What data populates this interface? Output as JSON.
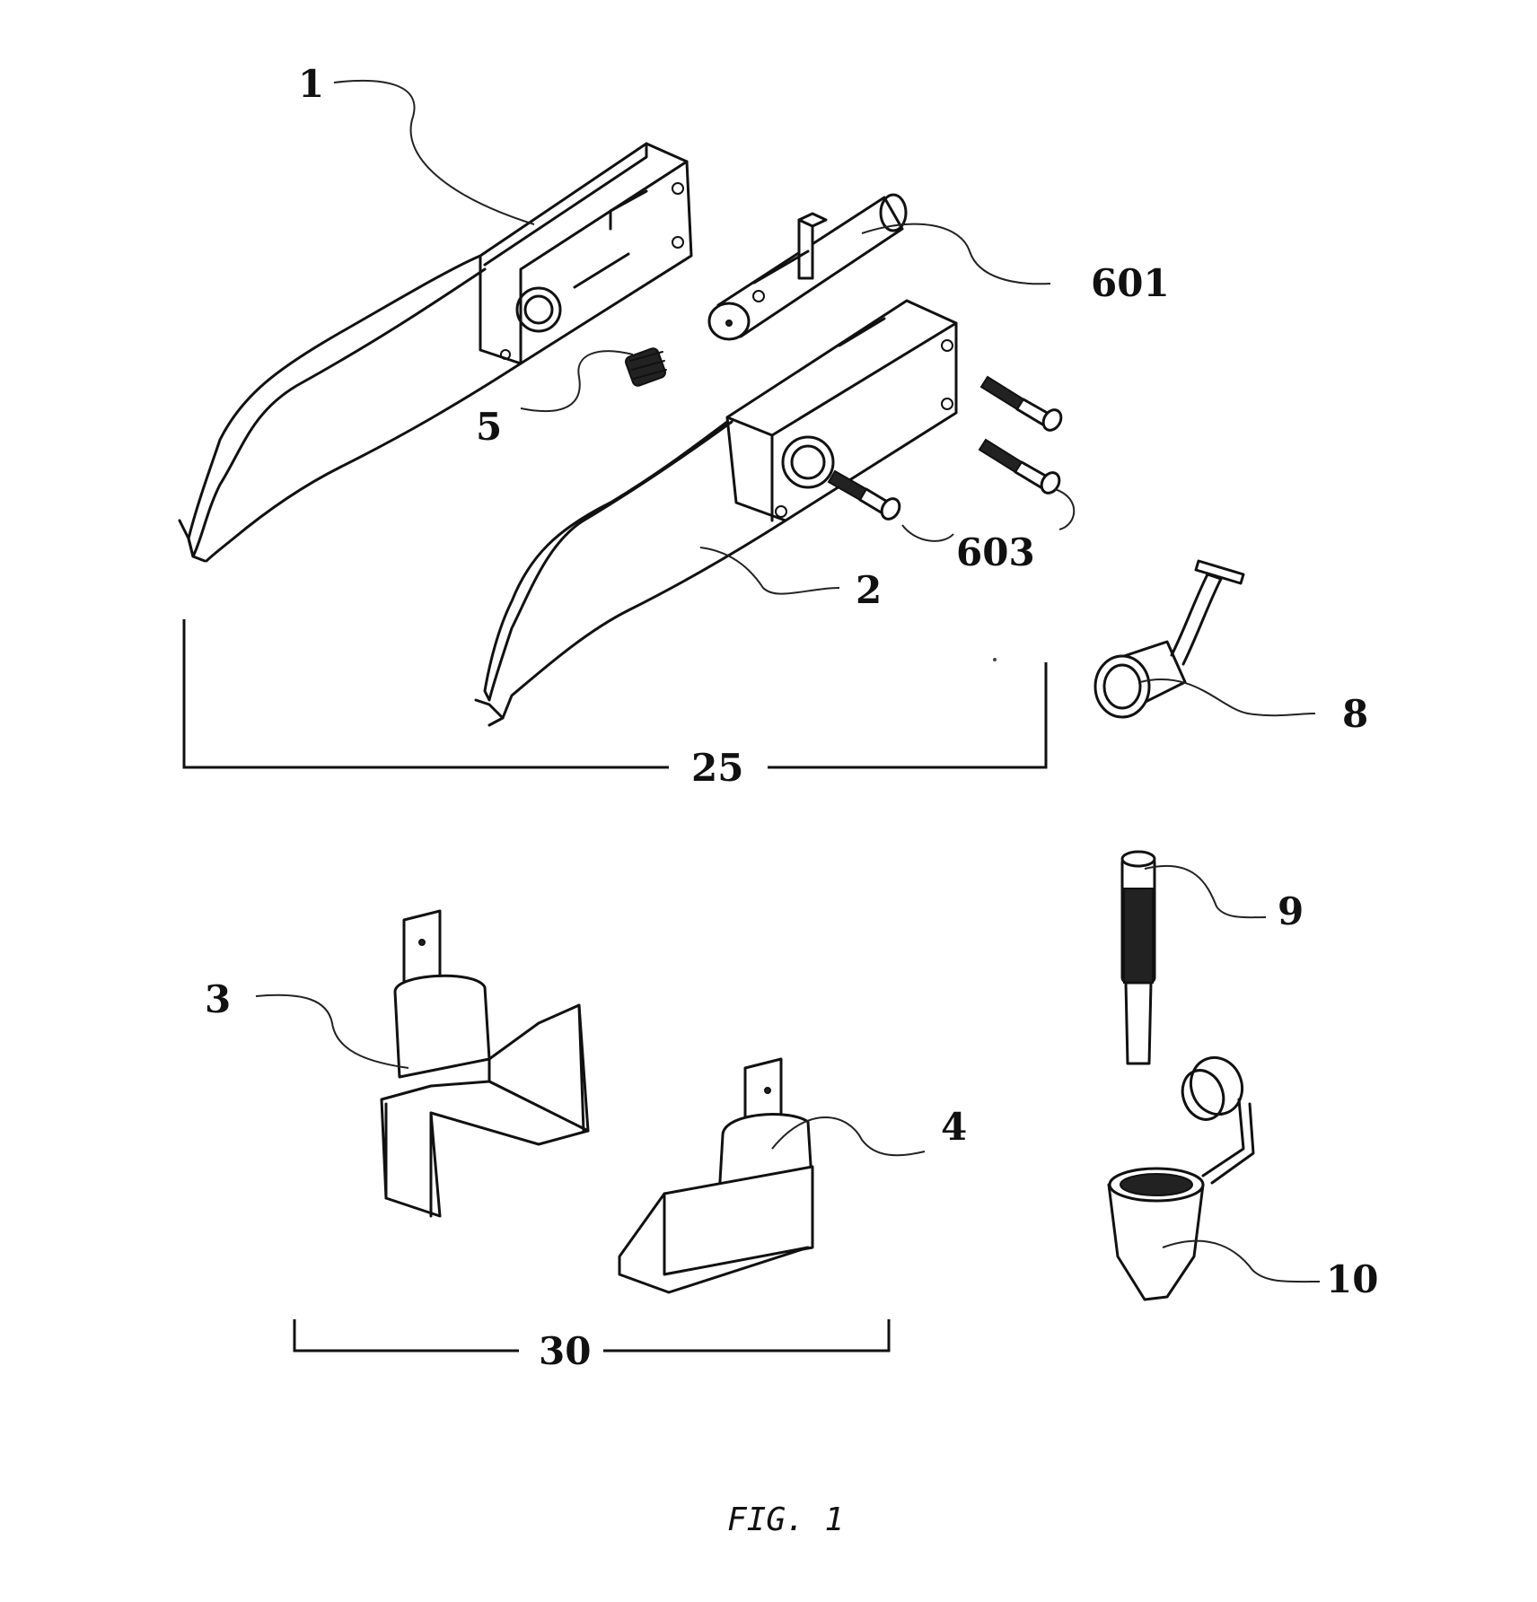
{
  "labels": {
    "part_1": "1",
    "part_601": "601",
    "part_5": "5",
    "part_603": "603",
    "part_2": "2",
    "part_8": "8",
    "group_25": "25",
    "part_9": "9",
    "part_3": "3",
    "part_4": "4",
    "part_10": "10",
    "group_30": "30"
  },
  "caption": "FIG. 1"
}
